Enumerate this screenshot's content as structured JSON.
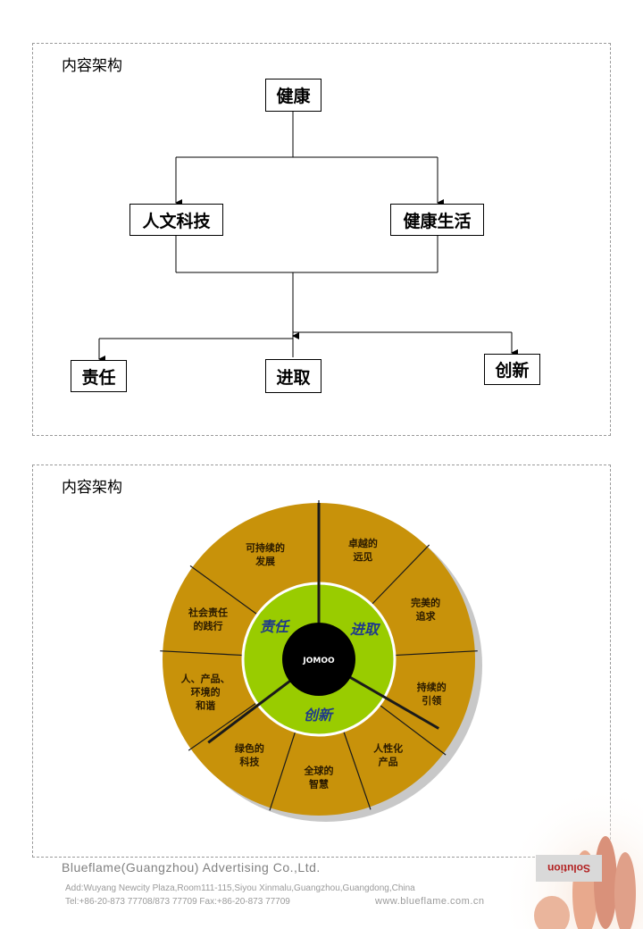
{
  "panel1": {
    "title": "内容架构",
    "nodes": {
      "root": "健康",
      "left": "人文科技",
      "right": "健康生活",
      "out1": "责任",
      "out2": "进取",
      "out3": "创新"
    }
  },
  "panel2": {
    "title": "内容架构",
    "wheel": {
      "center": "JOMOO",
      "inner": [
        "责任",
        "进取",
        "创新"
      ],
      "outer": [
        [
          "卓越的",
          "远见"
        ],
        [
          "完美的",
          "追求"
        ],
        [
          "持续的",
          "引领"
        ],
        [
          "人性化",
          "产品"
        ],
        [
          "全球的",
          "智慧"
        ],
        [
          "绿色的",
          "科技"
        ],
        [
          "人、产品、",
          "环境的",
          "和谐"
        ],
        [
          "社会责任",
          "的践行"
        ],
        [
          "可持续的",
          "发展"
        ]
      ],
      "colors": {
        "outer": "#c8920a",
        "inner": "#99cc00",
        "center": "#000000",
        "inner_text": "#1f3a8a",
        "divider": "#1a1a1a"
      }
    }
  },
  "footer": {
    "company": "Blueflame(Guangzhou) Advertising Co.,Ltd.",
    "address": "Add:Wuyang Newcity Plaza,Room111-115,Siyou Xinmalu,Guangzhou,Guangdong,China",
    "contact": "Tel:+86-20-873 77708/873 77709    Fax:+86-20-873 77709",
    "website": "www.blueflame.com.cn",
    "badge": "Solution"
  }
}
